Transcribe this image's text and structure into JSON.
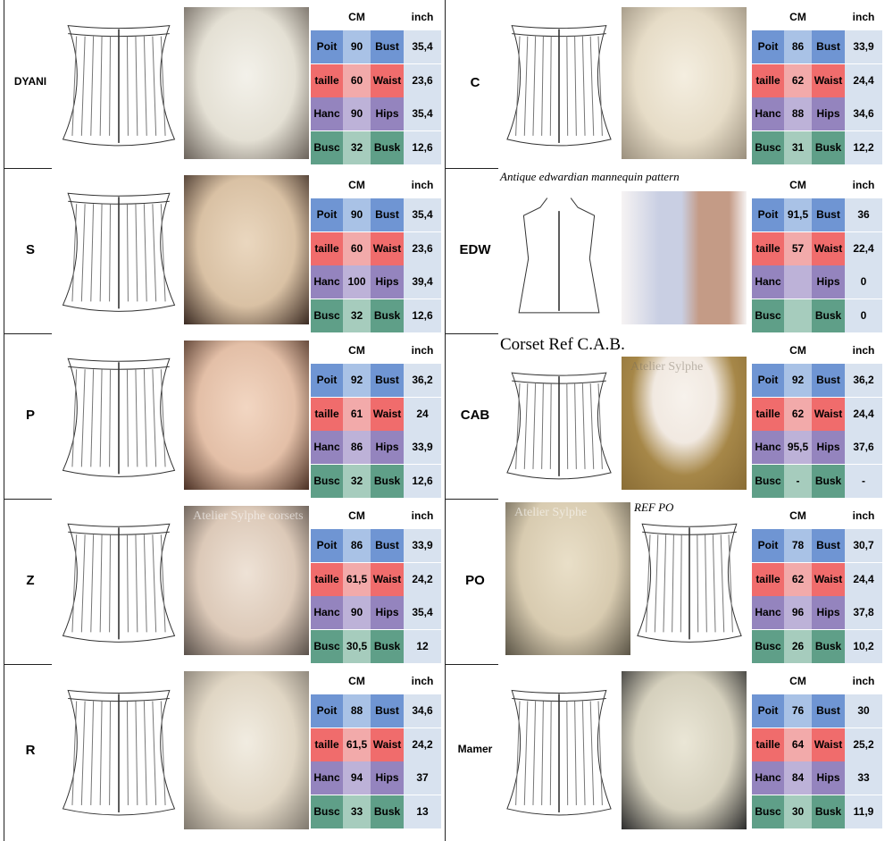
{
  "header_labels": {
    "cm": "CM",
    "inch": "inch"
  },
  "row_labels": [
    {
      "fr": "Poit",
      "en": "Bust"
    },
    {
      "fr": "taille",
      "en": "Waist"
    },
    {
      "fr": "Hanc",
      "en": "Hips"
    },
    {
      "fr": "Busc",
      "en": "Busk"
    }
  ],
  "row_colors": [
    [
      "#6f95d3",
      "#a9c2e6",
      "#6f95d3",
      "#d8e2ef"
    ],
    [
      "#f06c6c",
      "#f2aaaa",
      "#f06c6c",
      "#d8e2ef"
    ],
    [
      "#9484be",
      "#bdb2d8",
      "#9484be",
      "#d8e2ef"
    ],
    [
      "#5f9f88",
      "#a6ccbd",
      "#5f9f88",
      "#d8e2ef"
    ]
  ],
  "corsets": [
    {
      "code": "DYANI",
      "cm": [
        "90",
        "60",
        "90",
        "32"
      ],
      "inch": [
        "35,4",
        "23,6",
        "35,4",
        "12,6"
      ]
    },
    {
      "code": "S",
      "cm": [
        "90",
        "60",
        "100",
        "32"
      ],
      "inch": [
        "35,4",
        "23,6",
        "39,4",
        "12,6"
      ]
    },
    {
      "code": "P",
      "cm": [
        "92",
        "61",
        "86",
        "32"
      ],
      "inch": [
        "36,2",
        "24",
        "33,9",
        "12,6"
      ]
    },
    {
      "code": "Z",
      "cm": [
        "86",
        "61,5",
        "90",
        "30,5"
      ],
      "inch": [
        "33,9",
        "24,2",
        "35,4",
        "12"
      ],
      "watermark": "Atelier Sylphe corsets"
    },
    {
      "code": "R",
      "cm": [
        "88",
        "61,5",
        "94",
        "33"
      ],
      "inch": [
        "34,6",
        "24,2",
        "37",
        "13"
      ]
    },
    {
      "code": "C",
      "cm": [
        "86",
        "62",
        "88",
        "31"
      ],
      "inch": [
        "33,9",
        "24,4",
        "34,6",
        "12,2"
      ]
    },
    {
      "code": "EDW",
      "heading": "Antique edwardian mannequin pattern",
      "cm": [
        "91,5",
        "57",
        "",
        ""
      ],
      "inch": [
        "36",
        "22,4",
        "0",
        "0"
      ]
    },
    {
      "code": "CAB",
      "heading": "Corset Ref C.A.B.",
      "watermark": "Atelier Sylphe",
      "cm": [
        "92",
        "62",
        "95,5",
        "-"
      ],
      "inch": [
        "36,2",
        "24,4",
        "37,6",
        "-"
      ]
    },
    {
      "code": "PO",
      "heading": "REF PO",
      "watermark": "Atelier Sylphe",
      "cm": [
        "78",
        "62",
        "96",
        "26"
      ],
      "inch": [
        "30,7",
        "24,4",
        "37,8",
        "10,2"
      ]
    },
    {
      "code": "Mamer",
      "cm": [
        "76",
        "64",
        "84",
        "30"
      ],
      "inch": [
        "30",
        "25,2",
        "33",
        "11,9"
      ]
    }
  ]
}
